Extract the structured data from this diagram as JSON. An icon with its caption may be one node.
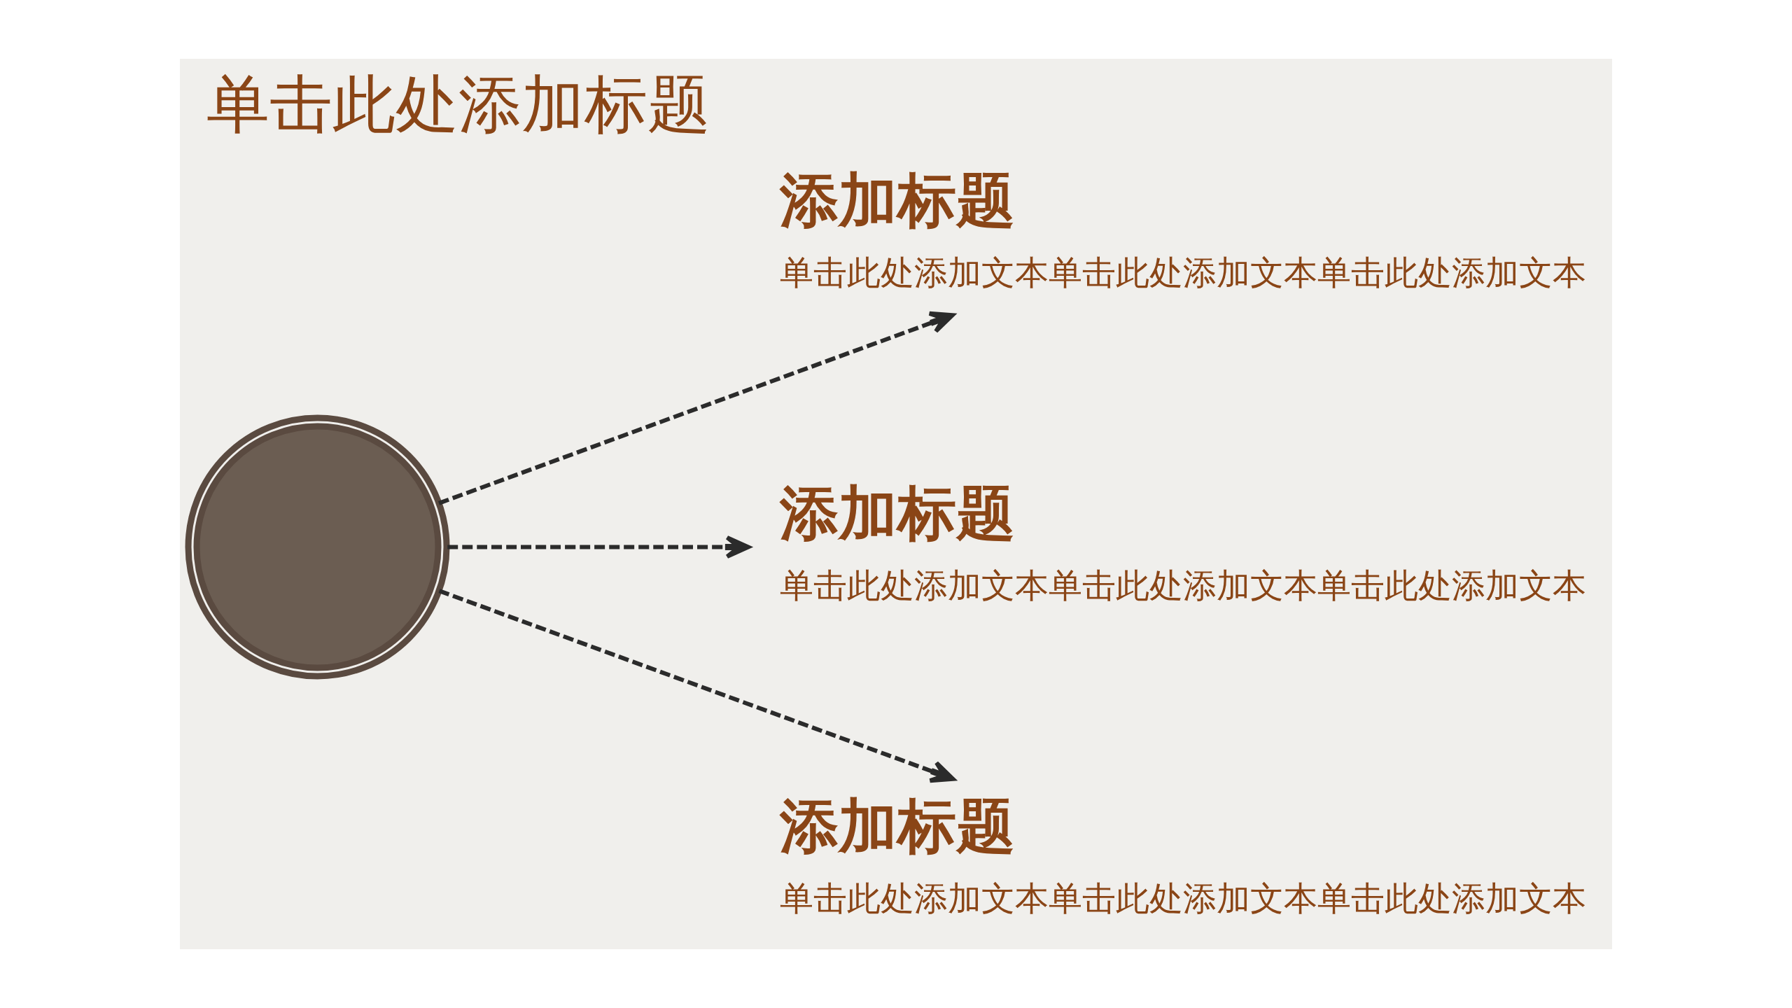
{
  "diagram": {
    "title": "单击此处添加标题",
    "nodes": [
      {
        "text": [],
        "shape": "picture"
      },
      {
        "text": [
          "添加标题",
          "单击此处添加文本单击此处添加文本单击此处添加文本"
        ]
      },
      {
        "text": [
          "添加标题",
          "单击此处添加文本单击此处添加文本单击此处添加文本"
        ]
      },
      {
        "text": [
          "添加标题",
          "单击此处添加文本单击此处添加文本单击此处添加文本"
        ]
      }
    ],
    "edges": [
      {
        "from": 0,
        "to": 1,
        "arrow": "to",
        "style": "dashed"
      },
      {
        "from": 0,
        "to": 2,
        "arrow": "to",
        "style": "dashed"
      },
      {
        "from": 0,
        "to": 3,
        "arrow": "to",
        "style": "dashed"
      }
    ]
  }
}
